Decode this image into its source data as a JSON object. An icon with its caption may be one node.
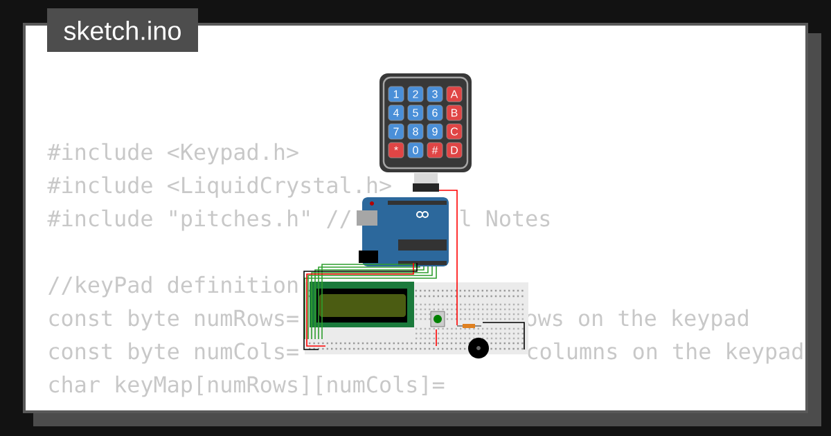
{
  "diagram": {
    "title": "sketch.ino",
    "labels": [
      "1",
      "2",
      "3",
      "A",
      "4",
      "5",
      "6",
      "B",
      "7",
      "8",
      "9",
      "C",
      "*",
      "0",
      "#",
      "D",
      "#include <Keypad.h>",
      "#include <LiquidCrystal.h>",
      "#include \"pitches.h\" //",
      "l Notes",
      "//keyPad definition",
      "const byte numRows=",
      "ows on the keypad",
      "const byte numCols=",
      "columns on the keypad",
      "char keyMap[numRows][numCols]="
    ]
  }
}
